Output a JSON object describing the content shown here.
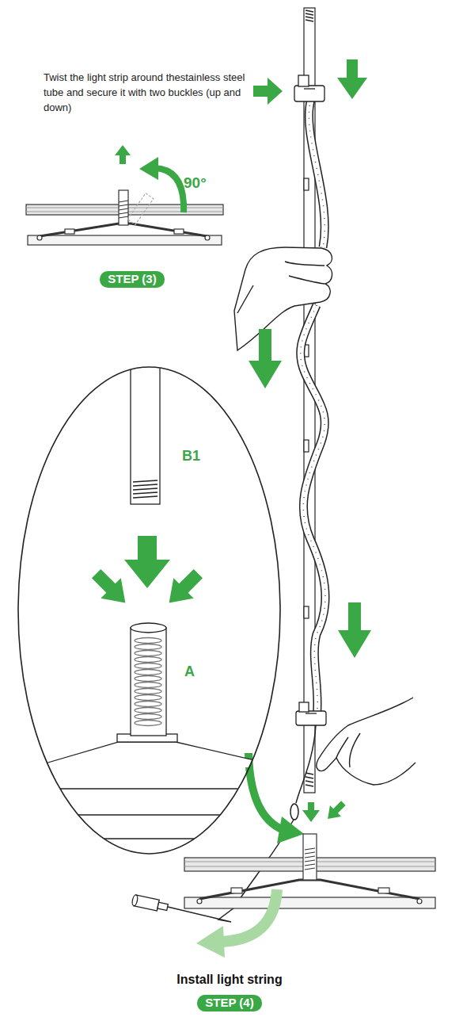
{
  "diagram": {
    "nodes": [
      {
        "text": [
          "STEP (3)"
        ]
      },
      {
        "text": [
          "B1",
          "A"
        ]
      },
      {
        "text": [
          "STEP (4)"
        ]
      }
    ],
    "labels": [
      "Twist the light strip around thestainless steel tube and secure it with two buckles (up and down)",
      "90°",
      "Install light string"
    ]
  }
}
